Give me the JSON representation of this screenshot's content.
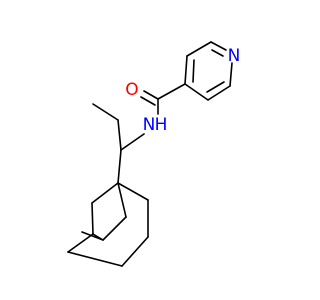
{
  "molecule": {
    "atoms": {
      "oxygen": {
        "symbol": "O",
        "color": "#ff0000"
      },
      "amide_nitrogen": {
        "symbol": "N",
        "color": "#0000ff"
      },
      "amide_hydrogen": {
        "symbol": "H",
        "color": "#0000ff"
      },
      "pyridine_nitrogen": {
        "symbol": "N",
        "color": "#0000ff"
      }
    },
    "bond_color": "#000000"
  }
}
